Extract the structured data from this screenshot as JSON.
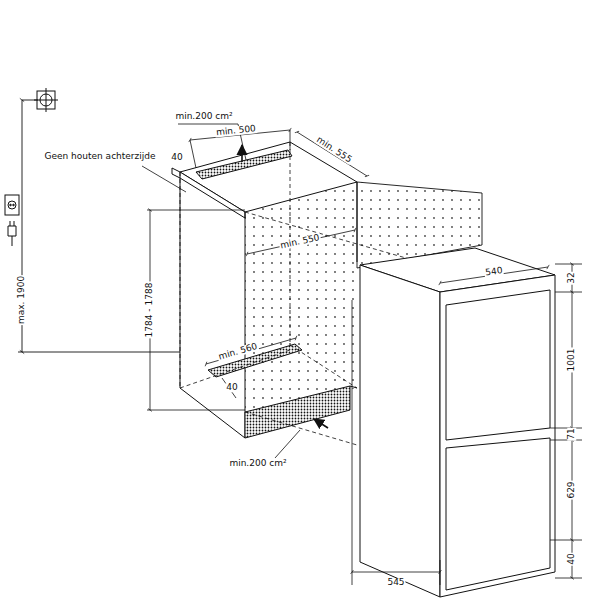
{
  "diagram": {
    "labels": [
      "min.200 cm²",
      "min. 500",
      "min. 555",
      "40",
      "Geen houten achterzijde",
      "max. 1900",
      "1784 - 1788",
      "min. 550",
      "min. 560",
      "40",
      "min.200 cm²",
      "540",
      "32",
      "1001",
      "71",
      "629",
      "40",
      "545"
    ]
  }
}
